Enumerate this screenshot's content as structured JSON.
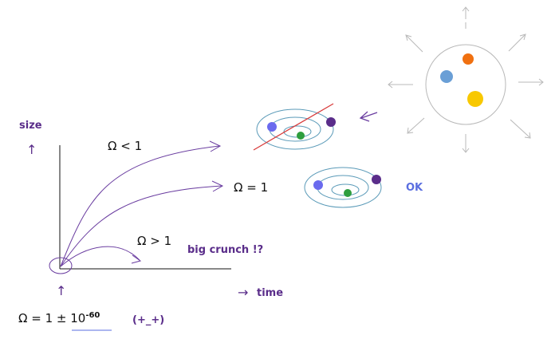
{
  "axes": {
    "y_label": "size",
    "y_arrow": "↑",
    "x_label": "time",
    "x_arrow": "→",
    "origin_arrow": "↑"
  },
  "curves": {
    "open": "Ω < 1",
    "flat": "Ω = 1",
    "closed": "Ω > 1"
  },
  "annotations": {
    "big_crunch": "big crunch  !?",
    "ok": "OK",
    "omega_base": "Ω = 1 ± 10",
    "omega_exponent": "-60",
    "face": "(+_+)"
  },
  "colors": {
    "curve": "#6a3da0",
    "orbit": "#5a9ab8",
    "slash": "#d83a3a",
    "planet_blue": "#6a6aee",
    "planet_green": "#2e9e3e",
    "planet_purple": "#5a2d8a",
    "sun_blue": "#6a9fd6",
    "sun_orange": "#f07010",
    "sun_yellow": "#f8c800",
    "ray": "#b8b8b8"
  },
  "icons": [
    "expansion-arrow-icon",
    "galaxy-icon",
    "universe-ball-icon"
  ]
}
